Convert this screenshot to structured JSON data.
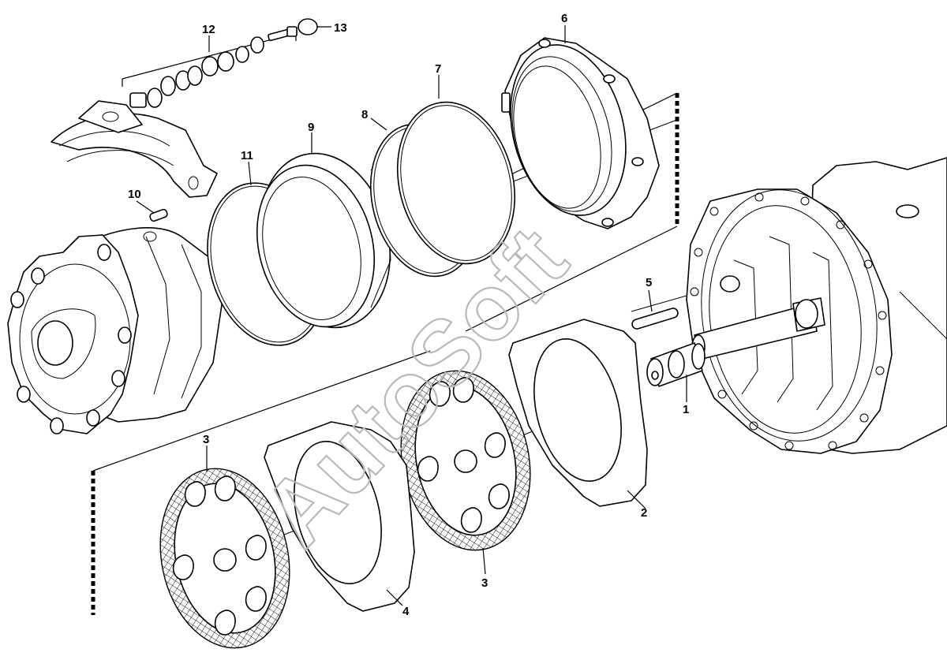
{
  "watermark": "AutoSoft",
  "callouts": {
    "c1": "1",
    "c2": "2",
    "c3a": "3",
    "c3b": "3",
    "c4": "4",
    "c5": "5",
    "c6": "6",
    "c7": "7",
    "c8": "8",
    "c9": "9",
    "c10": "10",
    "c11": "11",
    "c12": "12",
    "c13": "13"
  }
}
